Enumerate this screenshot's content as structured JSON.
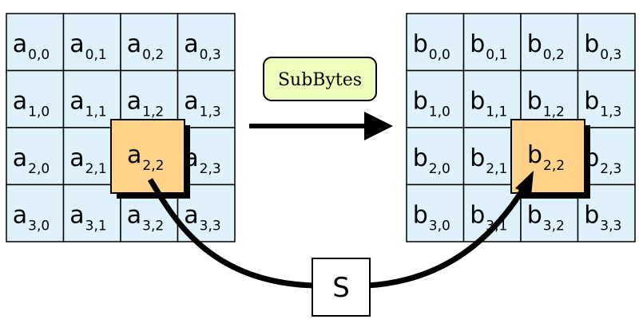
{
  "operation": {
    "label": "SubBytes",
    "box_fill": "#eeffbb"
  },
  "sbox": {
    "label": "S"
  },
  "colors": {
    "cell_fill": "#dff1fb",
    "highlight_fill": "#ffd38a",
    "stroke": "#000000"
  },
  "state_in": {
    "letter": "a",
    "subscripts": [
      [
        "0,0",
        "0,1",
        "0,2",
        "0,3"
      ],
      [
        "1,0",
        "1,1",
        "1,2",
        "1,3"
      ],
      [
        "2,0",
        "2,1",
        "2,2",
        "2,3"
      ],
      [
        "3,0",
        "3,1",
        "3,2",
        "3,3"
      ]
    ],
    "highlight": {
      "letter": "a",
      "subscript": "2,2"
    }
  },
  "state_out": {
    "letter": "b",
    "subscripts": [
      [
        "0,0",
        "0,1",
        "0,2",
        "0,3"
      ],
      [
        "1,0",
        "1,1",
        "1,2",
        "1,3"
      ],
      [
        "2,0",
        "2,1",
        "2,2",
        "2,3"
      ],
      [
        "3,0",
        "3,1",
        "3,2",
        "3,3"
      ]
    ],
    "highlight": {
      "letter": "b",
      "subscript": "2,2"
    }
  }
}
